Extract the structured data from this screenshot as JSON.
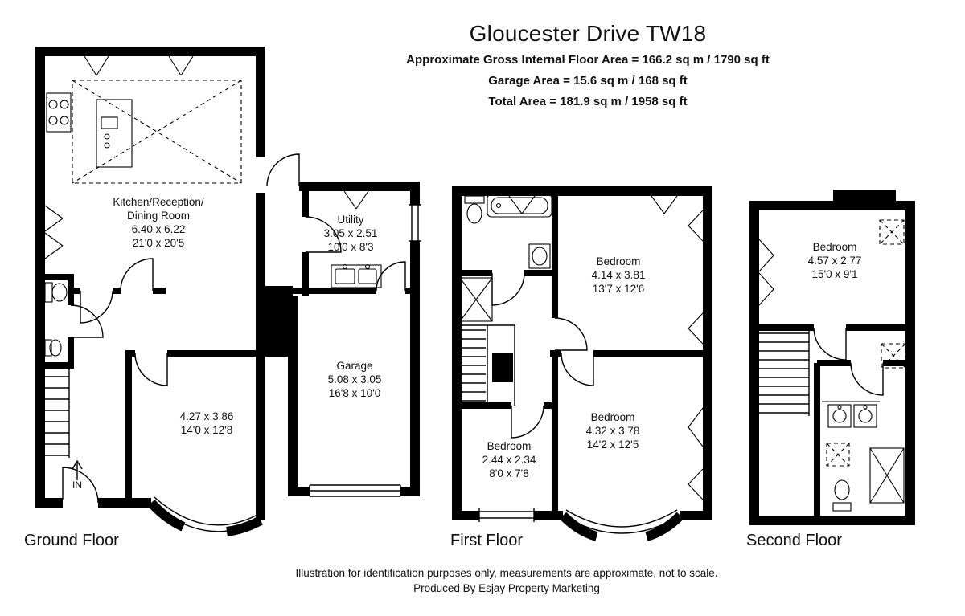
{
  "header": {
    "title": "Gloucester Drive TW18",
    "area_lines": [
      "Approximate Gross Internal Floor Area = 166.2 sq m / 1790 sq ft",
      "Garage Area = 15.6 sq m / 168 sq ft",
      "Total Area = 181.9 sq m / 1958 sq ft"
    ]
  },
  "floors": [
    {
      "label": "Ground Floor",
      "entrance_label": "IN",
      "rooms": [
        {
          "lines": [
            "Kitchen/Reception/",
            "Dining Room",
            "6.40 x 6.22",
            "21'0 x 20'5"
          ]
        },
        {
          "lines": [
            "Utility",
            "3.05 x 2.51",
            "10'0 x 8'3"
          ]
        },
        {
          "lines": [
            "Garage",
            "5.08 x 3.05",
            "16'8 x 10'0"
          ]
        },
        {
          "lines": [
            "4.27 x 3.86",
            "14'0 x 12'8"
          ]
        }
      ]
    },
    {
      "label": "First Floor",
      "rooms": [
        {
          "lines": [
            "Bedroom",
            "4.14 x 3.81",
            "13'7 x 12'6"
          ]
        },
        {
          "lines": [
            "Bedroom",
            "4.32 x 3.78",
            "14'2 x 12'5"
          ]
        },
        {
          "lines": [
            "Bedroom",
            "2.44 x 2.34",
            "8'0 x 7'8"
          ]
        }
      ]
    },
    {
      "label": "Second Floor",
      "rooms": [
        {
          "lines": [
            "Bedroom",
            "4.57 x 2.77",
            "15'0 x 9'1"
          ]
        }
      ]
    }
  ],
  "footer": {
    "lines": [
      "Illustration for identification purposes only, measurements are approximate, not to scale.",
      "Produced By Esjay Property Marketing"
    ]
  },
  "colors": {
    "ink": "#000000",
    "background": "#ffffff"
  }
}
